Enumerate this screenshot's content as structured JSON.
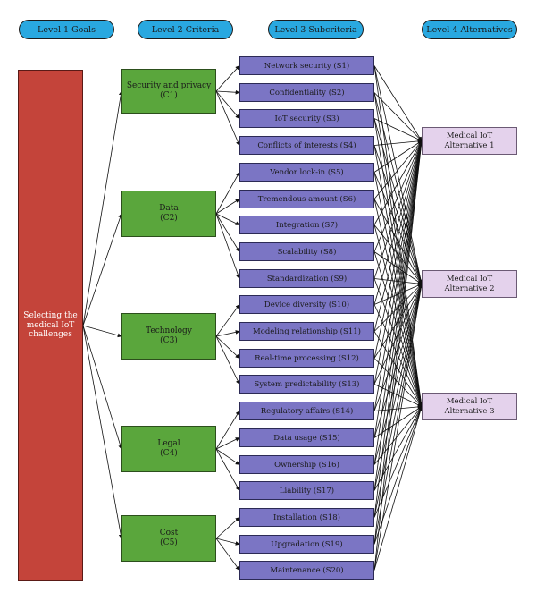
{
  "headers": {
    "level1": "Level 1 Goals",
    "level2": "Level 2 Criteria",
    "level3": "Level 3 Subcriteria",
    "level4": "Level 4 Alternatives"
  },
  "goal": {
    "label": "Selecting the medical IoT challenges"
  },
  "criteria": [
    {
      "name": "Security and privacy",
      "code": "(C1)"
    },
    {
      "name": "Data",
      "code": "(C2)"
    },
    {
      "name": "Technology",
      "code": "(C3)"
    },
    {
      "name": "Legal",
      "code": "(C4)"
    },
    {
      "name": "Cost",
      "code": "(C5)"
    }
  ],
  "subcriteria": [
    "Network security (S1)",
    "Confidentiality (S2)",
    "IoT security (S3)",
    "Conflicts of interests (S4)",
    "Vendor lock-in (S5)",
    "Tremendous amount (S6)",
    "Integration (S7)",
    "Scalability (S8)",
    "Standardization (S9)",
    "Device diversity (S10)",
    "Modeling relationship (S11)",
    "Real-time processing (S12)",
    "System predictability (S13)",
    "Regulatory affairs (S14)",
    "Data usage (S15)",
    "Ownership (S16)",
    "Liability (S17)",
    "Installation (S18)",
    "Upgradation (S19)",
    "Maintenance (S20)"
  ],
  "alternatives": [
    {
      "line1": "Medical IoT",
      "line2": "Alternative 1"
    },
    {
      "line1": "Medical IoT",
      "line2": "Alternative 2"
    },
    {
      "line1": "Medical IoT",
      "line2": "Alternative 3"
    }
  ],
  "criterion_subcriteria_groups": [
    [
      1,
      2,
      3,
      4
    ],
    [
      5,
      6,
      7,
      8,
      9
    ],
    [
      10,
      11,
      12,
      13
    ],
    [
      14,
      15,
      16,
      17
    ],
    [
      18,
      19,
      20
    ]
  ],
  "colors": {
    "header": "#29a8e0",
    "goal": "#c4443a",
    "criteria": "#5aa63c",
    "subcriteria": "#7b75c4",
    "alternatives": "#e4d2ec",
    "connectors": "#111111"
  }
}
